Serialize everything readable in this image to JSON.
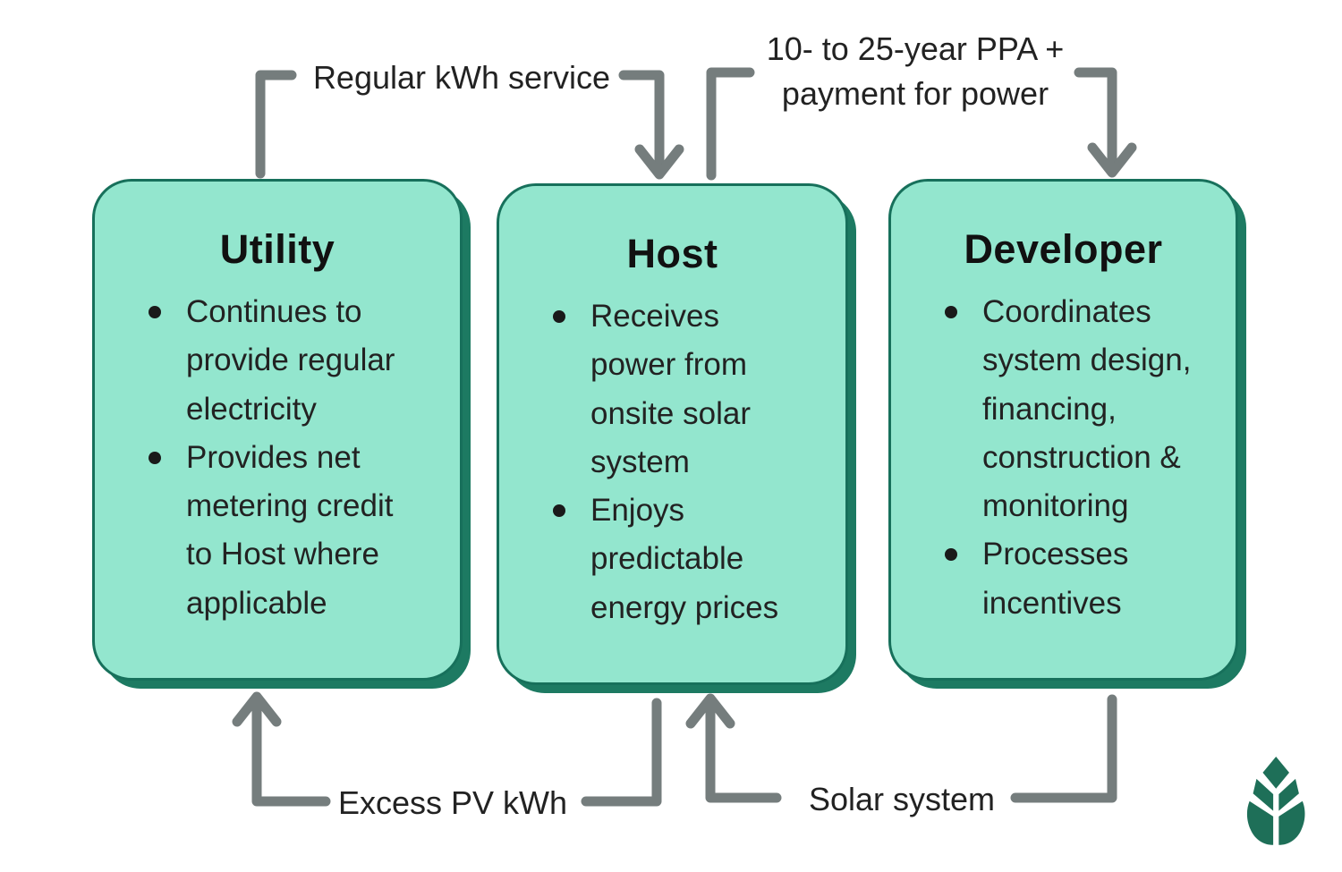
{
  "colors": {
    "box_fill": "#93E6CE",
    "box_border": "#17705B",
    "box_shadow": "#1D7A62",
    "connector_gray": "#757D7D",
    "text": "#222222",
    "logo_green": "#1E6F58"
  },
  "flow_labels": {
    "regular_kwh": {
      "text": "Regular kWh service",
      "from": "Utility",
      "to": "Host"
    },
    "ppa": {
      "lines": [
        "10- to 25-year PPA +",
        "payment for power"
      ],
      "from": "Host",
      "to": "Developer"
    },
    "excess_pv": {
      "text": "Excess PV kWh",
      "from": "Host",
      "to": "Utility"
    },
    "solar_system": {
      "text": "Solar system",
      "from": "Developer",
      "to": "Host"
    }
  },
  "boxes": {
    "utility": {
      "title": "Utility",
      "bullets": [
        "Continues to provide regular electricity",
        "Provides net metering credit to Host where applicable"
      ]
    },
    "host": {
      "title": "Host",
      "bullets": [
        "Receives power from onsite solar system",
        "Enjoys predictable energy prices"
      ]
    },
    "developer": {
      "title": "Developer",
      "bullets": [
        "Coordinates system design, financing, construction & monitoring",
        "Processes incentives"
      ]
    }
  },
  "logo": {
    "name": "leaf-logo"
  }
}
